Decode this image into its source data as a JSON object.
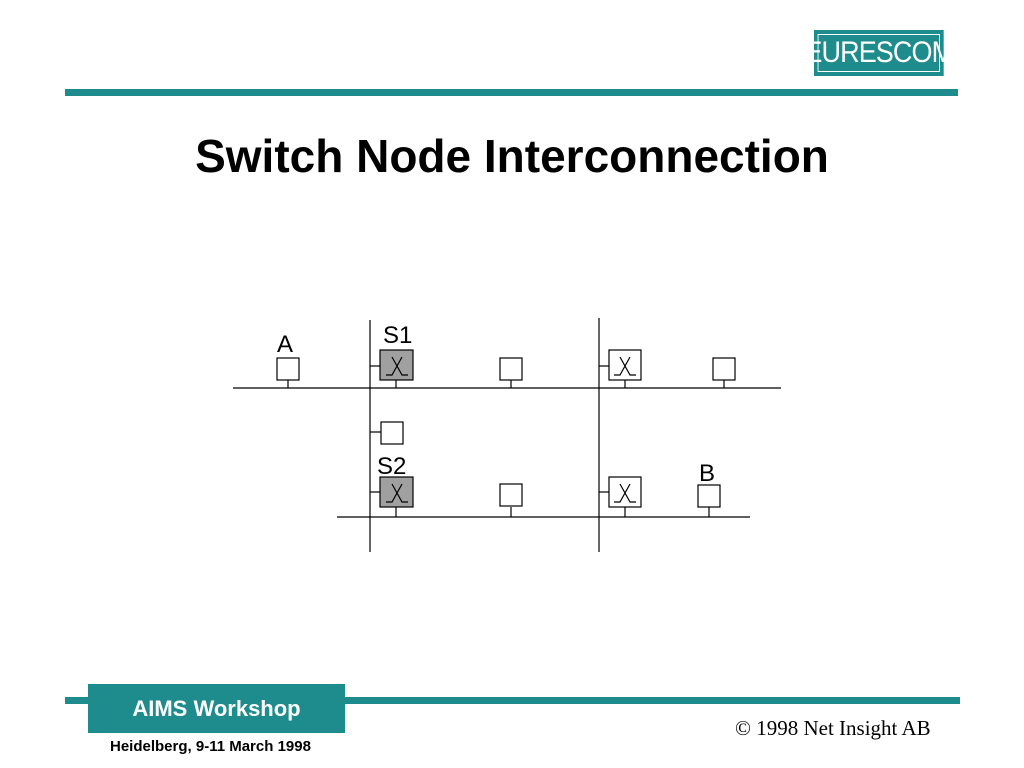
{
  "header": {
    "logo_text": "EURESCOM",
    "title": "Switch Node Interconnection"
  },
  "diagram": {
    "labels": {
      "a": "A",
      "b": "B",
      "s1": "S1",
      "s2": "S2"
    }
  },
  "footer": {
    "workshop": "AIMS Workshop",
    "location": "Heidelberg, 9-11 March 1998",
    "copyright": "© 1998 Net Insight AB"
  },
  "colors": {
    "accent": "#1e8c8c",
    "switch_fill": "#a0a0a0"
  }
}
